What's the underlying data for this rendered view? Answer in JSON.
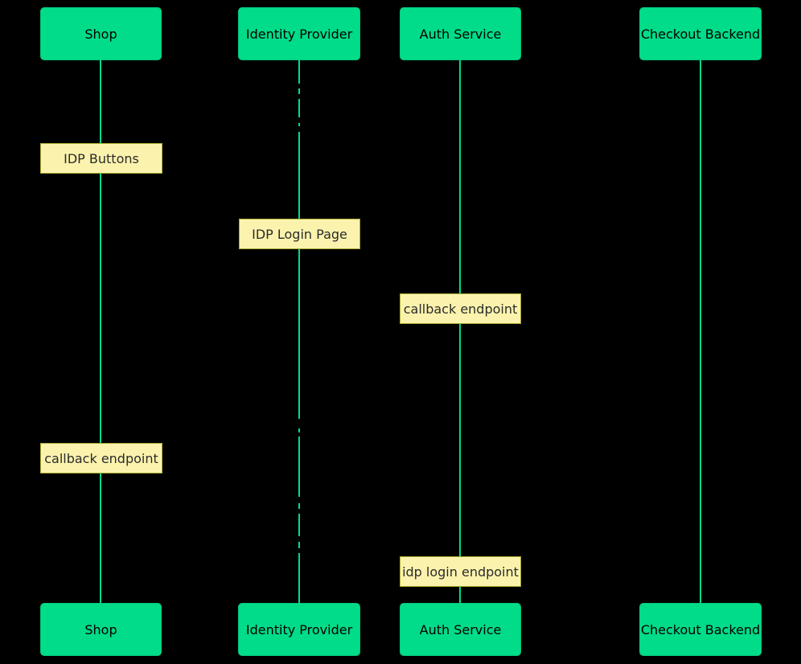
{
  "diagram": {
    "type": "sequence-diagram",
    "background_color": "#000000",
    "actor_fill_color": "#00dc88",
    "lifeline_color": "#00dc88",
    "note_fill_color": "#fbf3ad",
    "note_border_color": "#aaaa33",
    "text_color": "#000000",
    "actors": [
      {
        "id": "shop",
        "label": "Shop"
      },
      {
        "id": "identity-provider",
        "label": "Identity Provider"
      },
      {
        "id": "auth-service",
        "label": "Auth Service"
      },
      {
        "id": "checkout-backend",
        "label": "Checkout Backend"
      }
    ],
    "notes": [
      {
        "label": "IDP Buttons",
        "over": "shop"
      },
      {
        "label": "IDP Login Page",
        "over": "identity-provider"
      },
      {
        "label": "callback endpoint",
        "over": "auth-service"
      },
      {
        "label": "callback endpoint",
        "over": "shop"
      },
      {
        "label": "idp login endpoint",
        "over": "auth-service"
      }
    ]
  }
}
